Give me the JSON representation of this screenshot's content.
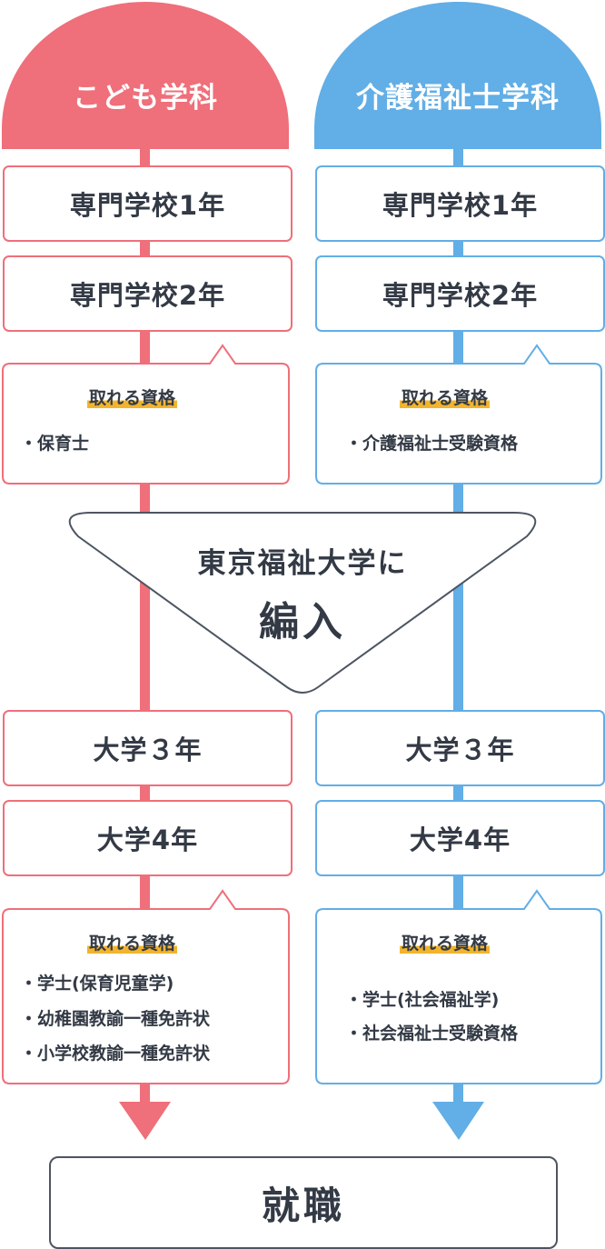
{
  "colors": {
    "kodomo": "#ef6f7a",
    "kaigo": "#62aee6",
    "outline": "#4d5563",
    "highlight": "#f2b42d",
    "text": "#333a45"
  },
  "departments": [
    {
      "name": "こども学科",
      "years_before": [
        "専門学校1年",
        "専門学校2年"
      ],
      "qual1": {
        "title": "取れる資格",
        "items": [
          "・保育士"
        ]
      },
      "years_after": [
        "大学３年",
        "大学4年"
      ],
      "qual2": {
        "title": "取れる資格",
        "items": [
          "・学士(保育児童学)",
          "・幼稚園教諭一種免許状",
          "・小学校教諭一種免許状"
        ]
      }
    },
    {
      "name": "介護福祉士学科",
      "years_before": [
        "専門学校1年",
        "専門学校2年"
      ],
      "qual1": {
        "title": "取れる資格",
        "items": [
          "・介護福祉士受験資格"
        ]
      },
      "years_after": [
        "大学３年",
        "大学4年"
      ],
      "qual2": {
        "title": "取れる資格",
        "items": [
          "・学士(社会福祉学)",
          "・社会福祉士受験資格"
        ]
      }
    }
  ],
  "merge": {
    "line1": "東京福祉大学に",
    "line2": "編入"
  },
  "final": "就職"
}
